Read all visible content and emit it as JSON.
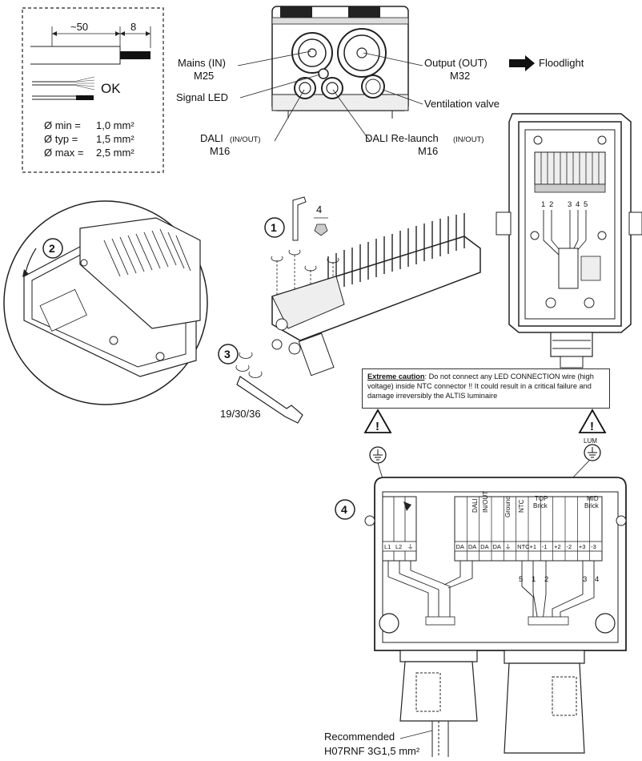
{
  "wire_strip": {
    "dim_strip": "~50",
    "dim_core": "8",
    "ok": "OK",
    "sizes": [
      {
        "label": "Ø min =",
        "value": "1,0 mm²"
      },
      {
        "label": "Ø typ =",
        "value": "1,5 mm²"
      },
      {
        "label": "Ø max =",
        "value": "2,5 mm²"
      }
    ]
  },
  "gland_labels": {
    "mains": "Mains (IN)",
    "mains_size": "M25",
    "signal_led": "Signal LED",
    "dali": "DALI",
    "dali_sub": "(IN/OUT)",
    "dali_size": "M16",
    "output": "Output (OUT)",
    "output_size": "M32",
    "floodlight": "Floodlight",
    "ventilation": "Ventilation valve",
    "relaunch": "DALI Re-launch",
    "relaunch_sub": "(IN/OUT)",
    "relaunch_size": "M16"
  },
  "steps": {
    "s1": "1",
    "s2": "2",
    "s3": "3",
    "s4": "4",
    "hex_size": "4",
    "wrench_sizes": "19/30/36"
  },
  "led_numbers": [
    "1",
    "2",
    "3",
    "4",
    "5"
  ],
  "caution": {
    "title": "Extreme caution",
    "text": ": Do not connect any LED CONNECTION wire (high voltage) inside NTC connector !! It could result in a critical failure and damage irreversibly the ALTIS luminaire"
  },
  "lum_label": "LUM",
  "terminal_groups": {
    "dali": "DALI",
    "inout": "IN/OUT",
    "ground": "Ground",
    "ntc": "NTC",
    "top": "TOP",
    "top_sub": "Brick",
    "mid": "MID",
    "mid_sub": "Brick"
  },
  "terminals_left": [
    "L1",
    "L2",
    "⏚"
  ],
  "terminals_right": [
    "DA",
    "DA",
    "DA",
    "DA",
    "⏚",
    "NTC",
    "+1",
    "-1",
    "+2",
    "-2",
    "+3",
    "-3"
  ],
  "bottom_numbers": [
    "5",
    "1",
    "2",
    "3",
    "4"
  ],
  "cable": {
    "line1": "Recommended",
    "line2": "H07RNF 3G1,5 mm²"
  }
}
